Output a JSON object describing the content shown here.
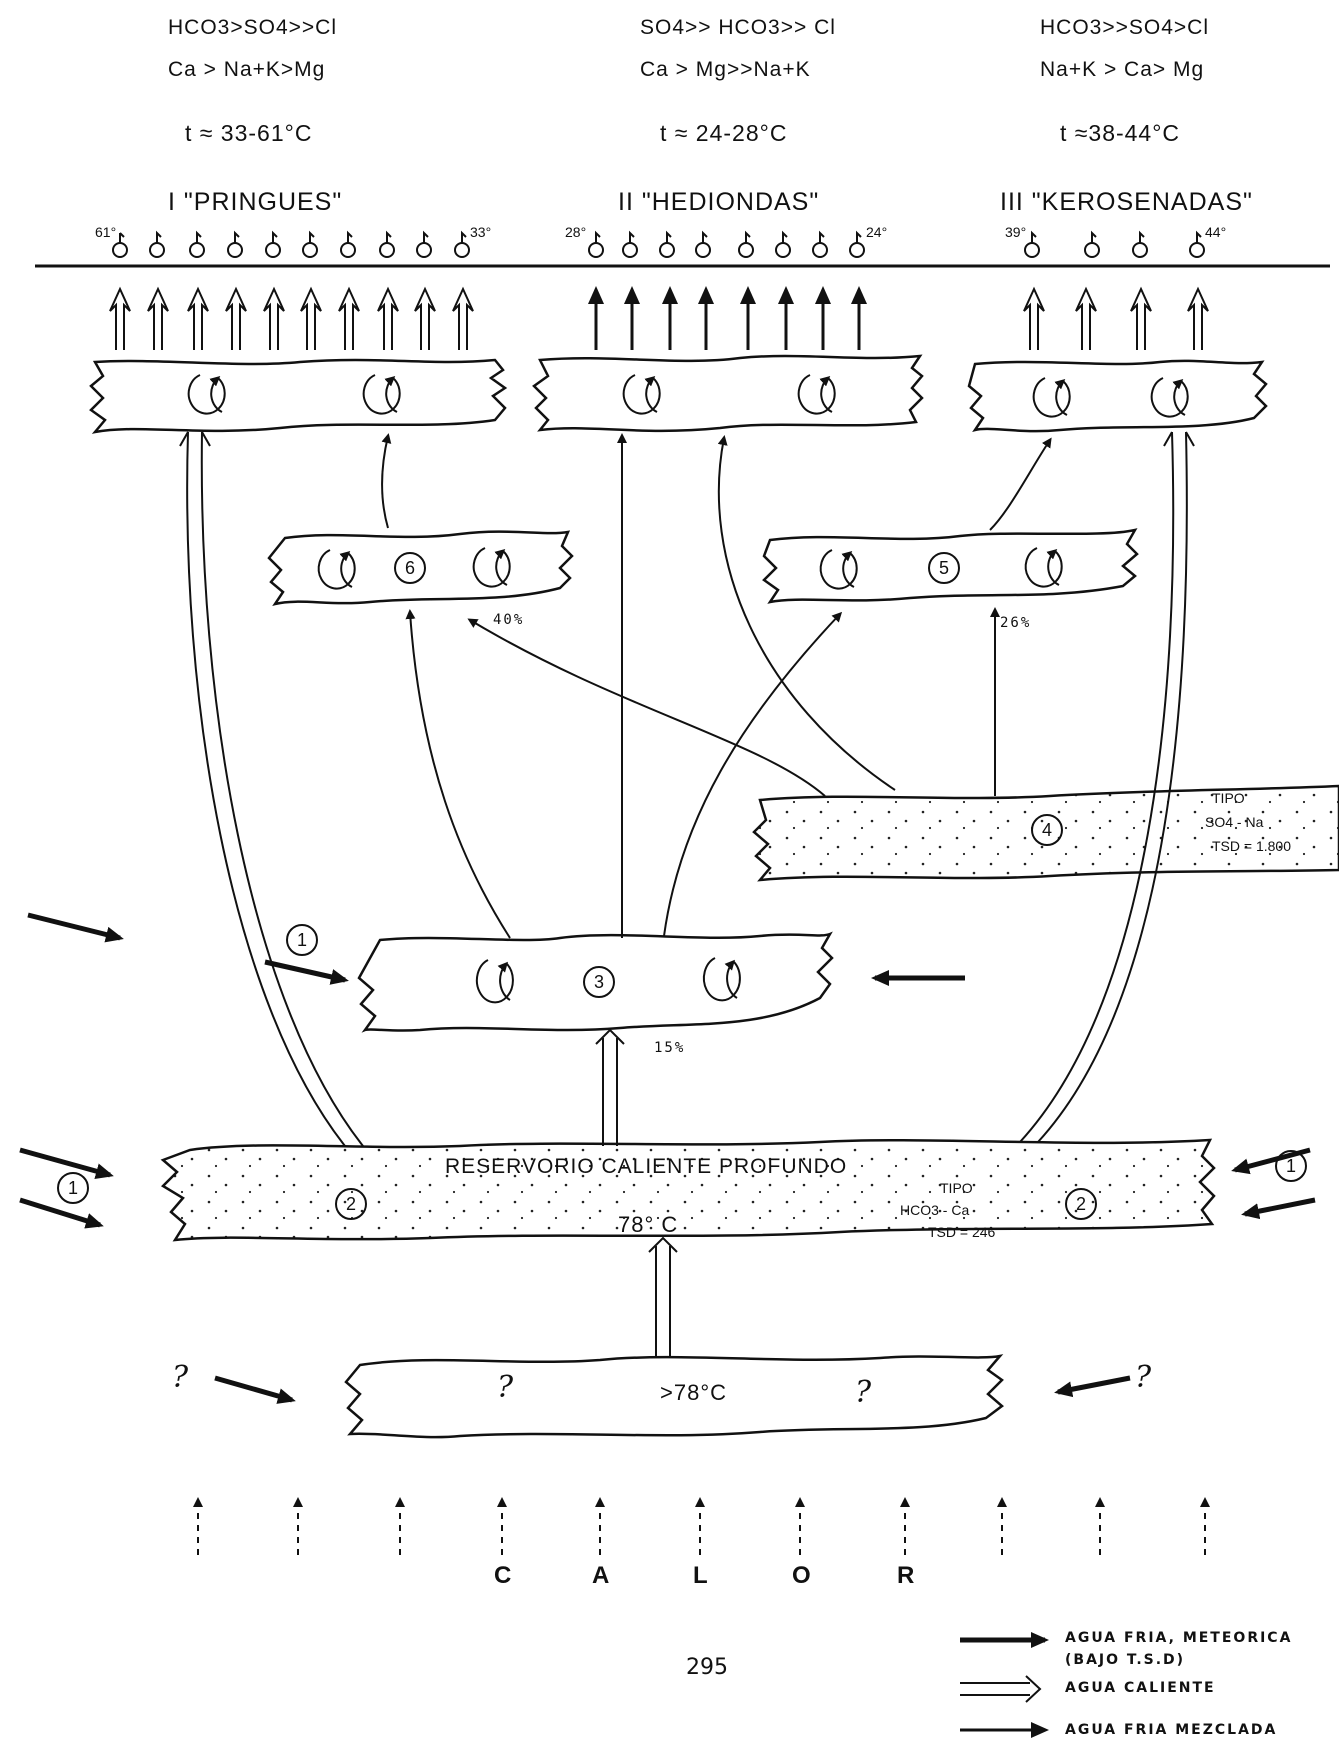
{
  "header": {
    "col1": {
      "ions": "HCO3>SO4>>Cl",
      "cations": "Ca > Na+K>Mg",
      "temp": "t ≈ 33-61°C"
    },
    "col2": {
      "ions": "SO4>> HCO3>> Cl",
      "cations": "Ca > Mg>>Na+K",
      "temp": "t ≈ 24-28°C"
    },
    "col3": {
      "ions": "HCO3>>SO4>Cl",
      "cations": "Na+K > Ca> Mg",
      "temp": "t ≈38-44°C"
    }
  },
  "groups": [
    {
      "label": "I \"PRINGUES\"",
      "t_left": "61°",
      "t_right": "33°"
    },
    {
      "label": "II \"HEDIONDAS\"",
      "t_left": "28°",
      "t_right": "24°"
    },
    {
      "label": "III \"KEROSENADAS\"",
      "t_left": "39°",
      "t_right": "44°"
    }
  ],
  "reservoirs": {
    "r6": "6",
    "r5": "5",
    "r3": "3",
    "r4": "4",
    "r2a": "2",
    "r2b": "2"
  },
  "percentages": {
    "p40": "40%",
    "p26": "26%",
    "p15": "15%"
  },
  "tipo4": {
    "line1": "TIPO",
    "line2": "SO4 - Na",
    "line3": "TSD = 1.800"
  },
  "main_reservoir": {
    "title": "RESERVORIO CALIENTE PROFUNDO",
    "temp": "78° C",
    "tipo1": "TIPO",
    "tipo2": "HCO3 - Ca",
    "tipo3": "TSD = 246"
  },
  "deep": {
    "temp": ">78°C",
    "q": "?"
  },
  "inflow_marker": "1",
  "calor": [
    "C",
    "A",
    "L",
    "O",
    "R"
  ],
  "page_number": "295",
  "legend": {
    "cold": "AGUA FRIA, METEORICA",
    "cold2": "(BAJO T.S.D)",
    "hot": "AGUA CALIENTE",
    "mixed": "AGUA FRIA MEZCLADA"
  }
}
